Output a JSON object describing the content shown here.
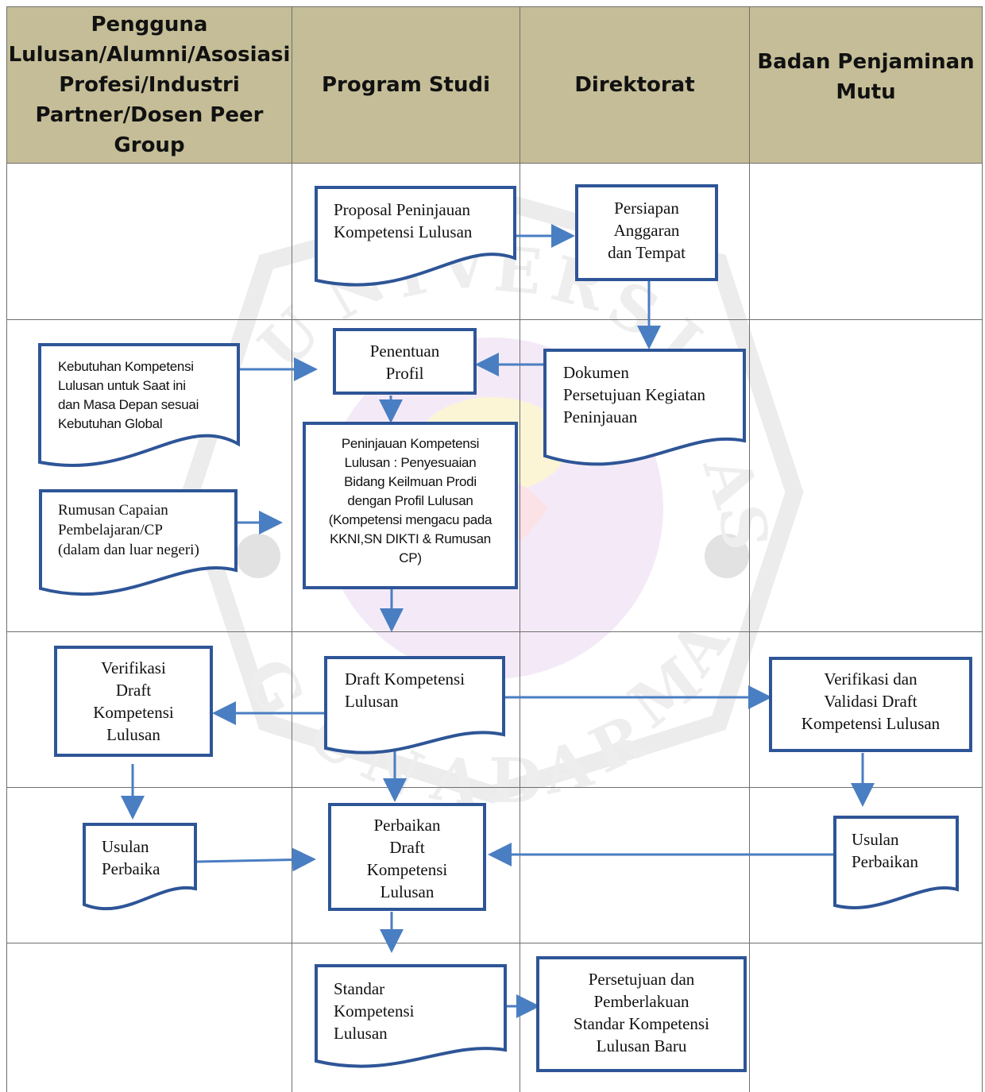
{
  "lanes": [
    "Pengguna Lulusan/Alumni/Asosiasi Profesi/Industri Partner/Dosen Peer Group",
    "Program Studi",
    "Direktorat",
    "Badan Penjaminan Mutu"
  ],
  "lane_header_lines": {
    "lane0": [
      "Pengguna",
      "Lulusan/Alumni/Asosiasi",
      "Profesi/Industri",
      "Partner/Dosen Peer",
      "Group"
    ],
    "lane1": [
      "Program Studi"
    ],
    "lane2": [
      "Direktorat"
    ],
    "lane3": [
      "Badan Penjaminan",
      "Mutu"
    ]
  },
  "nodes": {
    "proposal": {
      "shape": "document",
      "lines": [
        "Proposal Peninjauan",
        "Kompetensi Lulusan"
      ]
    },
    "persiapan": {
      "shape": "process",
      "lines": [
        "Persiapan",
        "Anggaran",
        "dan Tempat"
      ]
    },
    "kebutuhan": {
      "shape": "document",
      "lines": [
        "Kebutuhan Kompetensi",
        "Lulusan untuk Saat ini",
        "dan Masa Depan sesuai",
        "Kebutuhan Global"
      ]
    },
    "penentuan": {
      "shape": "process",
      "lines": [
        "Penentuan",
        "Profil"
      ]
    },
    "dokumen": {
      "shape": "document",
      "lines": [
        "Dokumen",
        "Persetujuan Kegiatan",
        "Peninjauan"
      ]
    },
    "rumusan": {
      "shape": "document",
      "lines": [
        "Rumusan Capaian",
        "Pembelajaran/CP",
        "(dalam dan luar negeri)"
      ]
    },
    "peninjauan": {
      "shape": "process",
      "lines": [
        "Peninjauan Kompetensi",
        "Lulusan : Penyesuaian",
        "Bidang Keilmuan Prodi",
        "dengan Profil Lulusan",
        "(Kompetensi mengacu pada",
        "KKNI,SN DIKTI & Rumusan",
        "CP)"
      ]
    },
    "verifikasi_draft": {
      "shape": "process",
      "lines": [
        "Verifikasi",
        "Draft",
        "Kompetensi",
        "Lulusan"
      ]
    },
    "draft": {
      "shape": "document",
      "lines": [
        "Draft Kompetensi",
        "Lulusan"
      ]
    },
    "verifikasi_validasi": {
      "shape": "process",
      "lines": [
        "Verifikasi dan",
        "Validasi Draft",
        "Kompetensi Lulusan"
      ]
    },
    "usulan_kiri": {
      "shape": "document",
      "lines": [
        "Usulan",
        "Perbaika"
      ]
    },
    "perbaikan": {
      "shape": "process",
      "lines": [
        "Perbaikan",
        "Draft",
        "Kompetensi",
        "Lulusan"
      ]
    },
    "usulan_kanan": {
      "shape": "document",
      "lines": [
        "Usulan",
        "Perbaikan"
      ]
    },
    "standar": {
      "shape": "document",
      "lines": [
        "Standar",
        "Kompetensi",
        "Lulusan"
      ]
    },
    "persetujuan": {
      "shape": "process",
      "lines": [
        "Persetujuan dan",
        "Pemberlakuan",
        "Standar Kompetensi",
        "Lulusan Baru"
      ]
    }
  },
  "edges": [
    [
      "proposal",
      "persiapan"
    ],
    [
      "persiapan",
      "dokumen"
    ],
    [
      "dokumen",
      "penentuan"
    ],
    [
      "kebutuhan",
      "penentuan"
    ],
    [
      "penentuan",
      "peninjauan"
    ],
    [
      "rumusan",
      "peninjauan"
    ],
    [
      "peninjauan",
      "draft"
    ],
    [
      "draft",
      "verifikasi_draft"
    ],
    [
      "draft",
      "verifikasi_validasi"
    ],
    [
      "verifikasi_draft",
      "usulan_kiri"
    ],
    [
      "draft",
      "perbaikan"
    ],
    [
      "verifikasi_validasi",
      "usulan_kanan"
    ],
    [
      "usulan_kiri",
      "perbaikan"
    ],
    [
      "usulan_kanan",
      "perbaikan"
    ],
    [
      "perbaikan",
      "standar"
    ],
    [
      "standar",
      "persetujuan"
    ]
  ],
  "colors": {
    "header_bg": "#c4bd97",
    "shape_stroke": "#2e5597",
    "arrow": "#4a7ec2",
    "grid": "#6f6f6f",
    "watermark": "#e9e9ee"
  },
  "watermark_letters": [
    "U",
    "N",
    "I",
    "V",
    "E",
    "R",
    "S",
    "I",
    "T",
    "A",
    "S",
    "G",
    "U",
    "N",
    "A",
    "D",
    "A",
    "R",
    "M",
    "A"
  ]
}
